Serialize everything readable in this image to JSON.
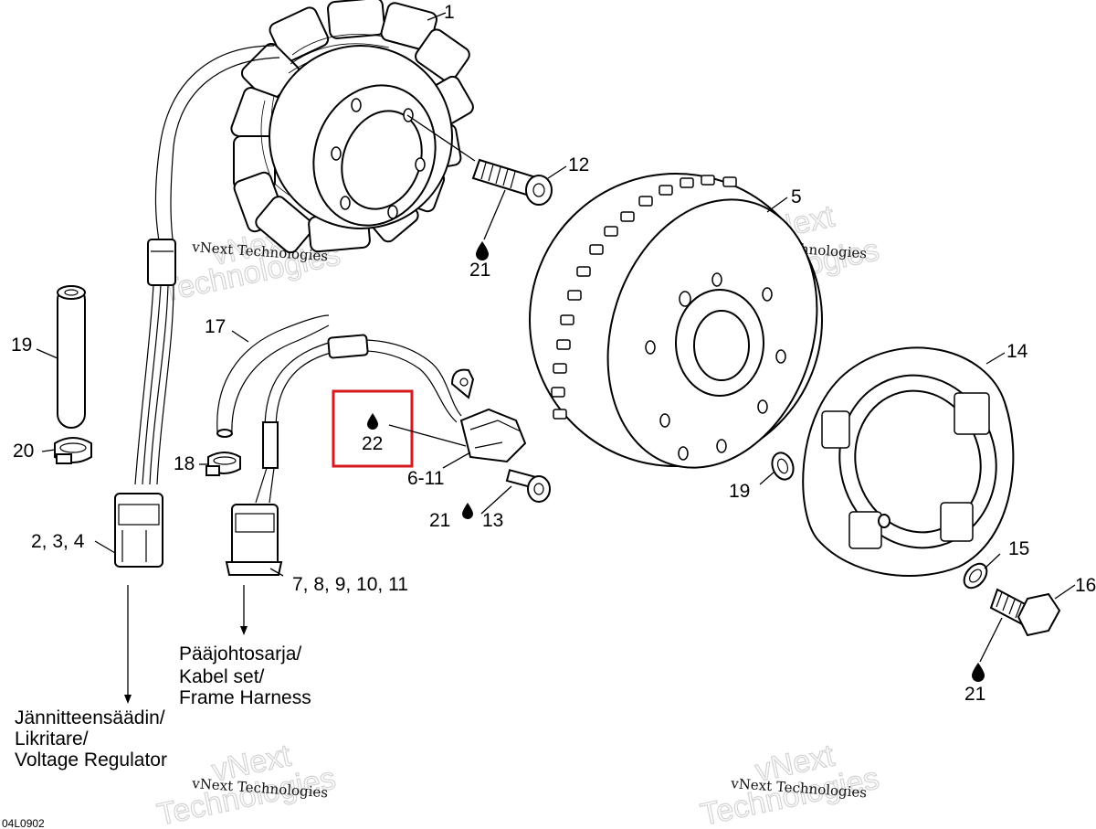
{
  "diagram": {
    "code": "04L0902",
    "callouts": {
      "c1": "1",
      "c2_3_4": "2, 3, 4",
      "c5": "5",
      "c6_11": "6-11",
      "c7_11": "7, 8, 9, 10, 11",
      "c12": "12",
      "c13": "13",
      "c14": "14",
      "c15": "15",
      "c16": "16",
      "c17": "17",
      "c18": "18",
      "c19_left": "19",
      "c19_right": "19",
      "c20": "20",
      "c21_a": "21",
      "c21_b": "21",
      "c21_c": "21",
      "c22": "22"
    },
    "harness_label": {
      "line1": "Pääjohtosarja/",
      "line2": "Kabel set/",
      "line3": "Frame Harness"
    },
    "regulator_label": {
      "line1": "Jännitteensäädin/",
      "line2": "Likritare/",
      "line3": "Voltage Regulator"
    },
    "watermarks": {
      "small": "vNext Technologies",
      "big_line1": "vNext",
      "big_line2": "Technologies"
    },
    "highlight_color": "#d6181f"
  }
}
